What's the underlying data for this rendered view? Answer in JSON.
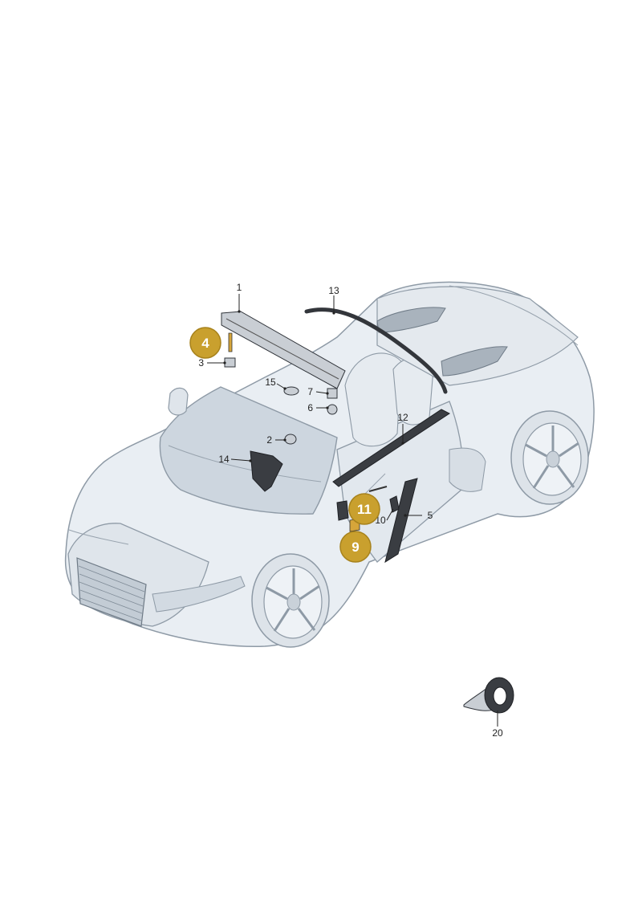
{
  "diagram": {
    "part_labels": [
      {
        "id": "1",
        "text": "1"
      },
      {
        "id": "2",
        "text": "2"
      },
      {
        "id": "3",
        "text": "3"
      },
      {
        "id": "5",
        "text": "5"
      },
      {
        "id": "6",
        "text": "6"
      },
      {
        "id": "7",
        "text": "7"
      },
      {
        "id": "10",
        "text": "10"
      },
      {
        "id": "12",
        "text": "12"
      },
      {
        "id": "13",
        "text": "13"
      },
      {
        "id": "14",
        "text": "14"
      },
      {
        "id": "15",
        "text": "15"
      },
      {
        "id": "20",
        "text": "20"
      }
    ],
    "highlight_badges": [
      {
        "id": "4",
        "text": "4"
      },
      {
        "id": "9",
        "text": "9"
      },
      {
        "id": "11",
        "text": "11"
      }
    ],
    "colors": {
      "badge_fill": "#c9a02e",
      "badge_stroke": "#a7821c",
      "car_fill": "#e9eef3",
      "car_line": "#8e9aa6",
      "part_dark": "#3a3d42"
    }
  }
}
